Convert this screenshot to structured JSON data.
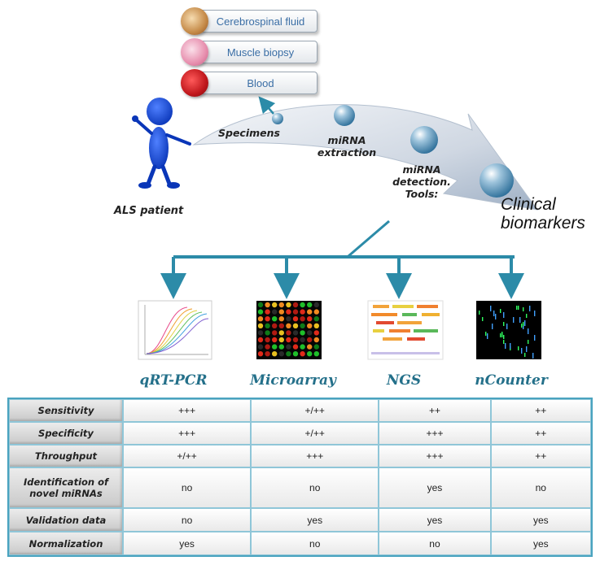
{
  "specimens": [
    {
      "label": "Cerebrospinal fluid",
      "color": "#d9a05a"
    },
    {
      "label": "Muscle biopsy",
      "color": "#e89bb0"
    },
    {
      "label": "Blood",
      "color": "#c0171c"
    }
  ],
  "patient_label": "ALS patient",
  "steps": {
    "specimens": "Specimens",
    "extraction_1": "miRNA",
    "extraction_2": "extraction",
    "detection_1": "miRNA",
    "detection_2": "detection.",
    "detection_3": "Tools:"
  },
  "clinical_1": "Clinical",
  "clinical_2": "biomarkers",
  "tools": [
    "qRT-PCR",
    "Microarray",
    "NGS",
    "nCounter"
  ],
  "table": {
    "rows": [
      {
        "label": "Sensitivity",
        "values": [
          "+++",
          "+/++",
          "++",
          "++"
        ]
      },
      {
        "label": "Specificity",
        "values": [
          "+++",
          "+/++",
          "+++",
          "++"
        ]
      },
      {
        "label": "Throughput",
        "values": [
          "+/++",
          "+++",
          "+++",
          "++"
        ]
      },
      {
        "label_1": "Identification of",
        "label_2": "novel miRNAs",
        "values": [
          "no",
          "no",
          "yes",
          "no"
        ]
      },
      {
        "label": "Validation data",
        "values": [
          "no",
          "yes",
          "yes",
          "yes"
        ]
      },
      {
        "label": "Normalization",
        "values": [
          "yes",
          "no",
          "no",
          "yes"
        ]
      }
    ]
  },
  "colors": {
    "accent": "#24708a",
    "arrow": "#2c8ba8",
    "table_border": "#4aa3bf",
    "figure": "#1a4fd6"
  }
}
